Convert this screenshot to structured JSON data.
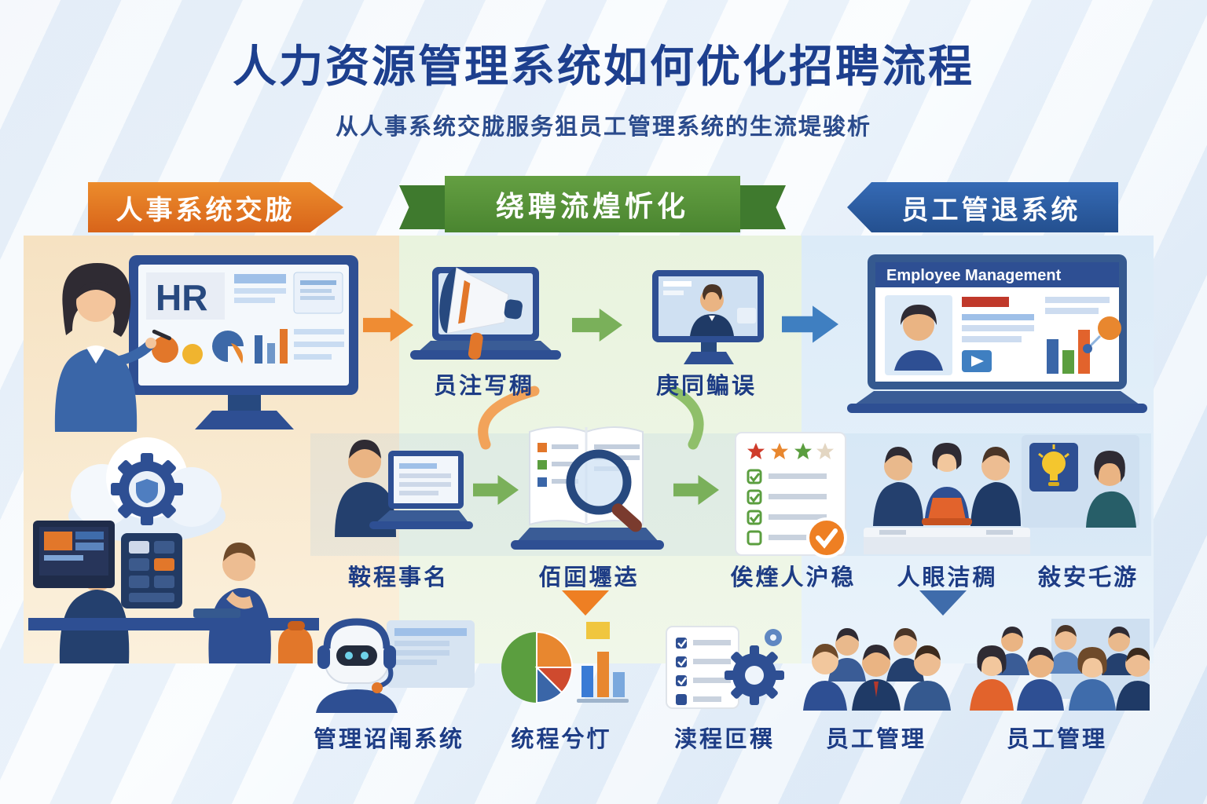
{
  "header": {
    "title": "人力资源管理系统如何优化招聘流程",
    "subtitle": "从人事系统交胧服务狙员工管理系统的生流堤骏析"
  },
  "banners": {
    "left": {
      "label": "人事系统交胧",
      "color": "#dd6a1e"
    },
    "middle": {
      "label": "绕聘流煌忻化",
      "color": "#55923c"
    },
    "right": {
      "label": "员工管退系统",
      "color": "#2d5da9"
    }
  },
  "flow_row1": {
    "hr_screen_text": "HR",
    "publish_label": "员注写稠",
    "interview_label": "庚同鳊误",
    "employee_mgmt_screen_title": "Employee Management"
  },
  "flow_row2": {
    "resume_label": "鞍程事名",
    "review_label": "佰囸壥迲",
    "candidate_label": "俟煃人沪稳",
    "meeting_label": "人眼洁稠",
    "offer_label": "敍安乇游"
  },
  "bottom_row": {
    "items": [
      {
        "icon": "robot-support-icon",
        "label": "管理诏闱系统"
      },
      {
        "icon": "pie-bar-chart-icon",
        "label": "统程兮忊"
      },
      {
        "icon": "document-gear-icon",
        "label": "渎程叵穓"
      },
      {
        "icon": "people-group-icon",
        "label": "员工管理"
      },
      {
        "icon": "people-group-icon",
        "label": "员工管理"
      }
    ]
  },
  "colors": {
    "title_navy": "#1d3f8e",
    "arrow_orange": "#ef8c33",
    "arrow_green": "#7ab05a",
    "arrow_blue": "#3f7fc1",
    "panel_left": "#f6e2c2",
    "panel_middle": "#e9f3de",
    "panel_right": "#dcebf8"
  }
}
